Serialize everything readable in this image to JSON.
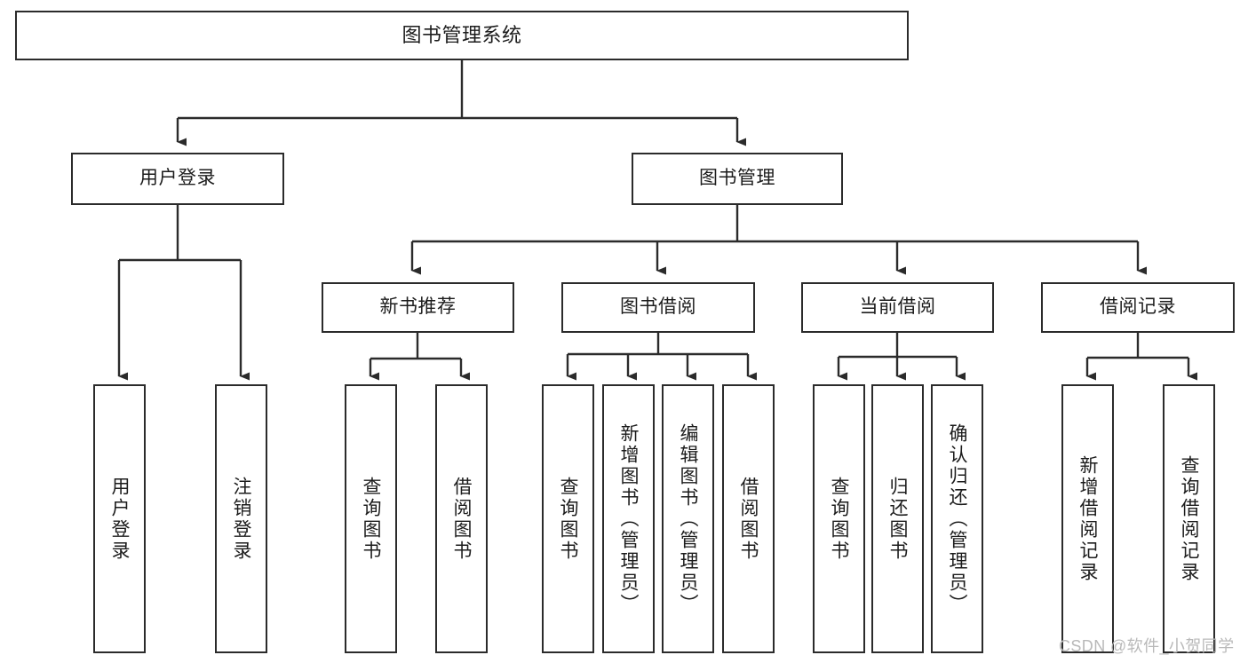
{
  "diagram": {
    "title": "图书管理系统",
    "type": "tree-hierarchy",
    "orientation": "top-down",
    "line_color": "#2b2b2b",
    "box_fill": "#ffffff",
    "text_color": "#1c1c1c"
  },
  "watermark": {
    "text": "CSDN @软件_小贺同学",
    "color": "#b9b9b9"
  },
  "nodes": {
    "root": {
      "label": "图书管理系统"
    },
    "level1": [
      {
        "id": "user-login",
        "label": "用户登录"
      },
      {
        "id": "book-manage",
        "label": "图书管理"
      }
    ],
    "level2": [
      {
        "id": "new-book-recommend",
        "label": "新书推荐"
      },
      {
        "id": "book-borrow",
        "label": "图书借阅"
      },
      {
        "id": "current-borrow",
        "label": "当前借阅"
      },
      {
        "id": "borrow-record",
        "label": "借阅记录"
      }
    ],
    "leaves": {
      "user_login": [
        {
          "id": "leaf-user-login",
          "label": "用户登录"
        },
        {
          "id": "leaf-logout-login",
          "label": "注销登录"
        }
      ],
      "new_book_recommend": [
        {
          "id": "leaf-query-book-1",
          "label": "查询图书"
        },
        {
          "id": "leaf-borrow-book-1",
          "label": "借阅图书"
        }
      ],
      "book_borrow": [
        {
          "id": "leaf-query-book-2",
          "label": "查询图书"
        },
        {
          "id": "leaf-add-book",
          "label": "新增图书（管理员）"
        },
        {
          "id": "leaf-edit-book",
          "label": "编辑图书（管理员）"
        },
        {
          "id": "leaf-borrow-book-2",
          "label": "借阅图书"
        }
      ],
      "current_borrow": [
        {
          "id": "leaf-query-book-3",
          "label": "查询图书"
        },
        {
          "id": "leaf-return-book",
          "label": "归还图书"
        },
        {
          "id": "leaf-confirm-return",
          "label": "确认归还（管理员）"
        }
      ],
      "borrow_record": [
        {
          "id": "leaf-add-record",
          "label": "新增借阅记录"
        },
        {
          "id": "leaf-query-record",
          "label": "查询借阅记录"
        }
      ]
    }
  },
  "chart_data": {
    "type": "table",
    "title": "图书管理系统 功能结构图",
    "tree": [
      {
        "label": "图书管理系统",
        "children": [
          {
            "label": "用户登录",
            "children": [
              {
                "label": "用户登录"
              },
              {
                "label": "注销登录"
              }
            ]
          },
          {
            "label": "图书管理",
            "children": [
              {
                "label": "新书推荐",
                "children": [
                  {
                    "label": "查询图书"
                  },
                  {
                    "label": "借阅图书"
                  }
                ]
              },
              {
                "label": "图书借阅",
                "children": [
                  {
                    "label": "查询图书"
                  },
                  {
                    "label": "新增图书（管理员）"
                  },
                  {
                    "label": "编辑图书（管理员）"
                  },
                  {
                    "label": "借阅图书"
                  }
                ]
              },
              {
                "label": "当前借阅",
                "children": [
                  {
                    "label": "查询图书"
                  },
                  {
                    "label": "归还图书"
                  },
                  {
                    "label": "确认归还（管理员）"
                  }
                ]
              },
              {
                "label": "借阅记录",
                "children": [
                  {
                    "label": "新增借阅记录"
                  },
                  {
                    "label": "查询借阅记录"
                  }
                ]
              }
            ]
          }
        ]
      }
    ]
  }
}
